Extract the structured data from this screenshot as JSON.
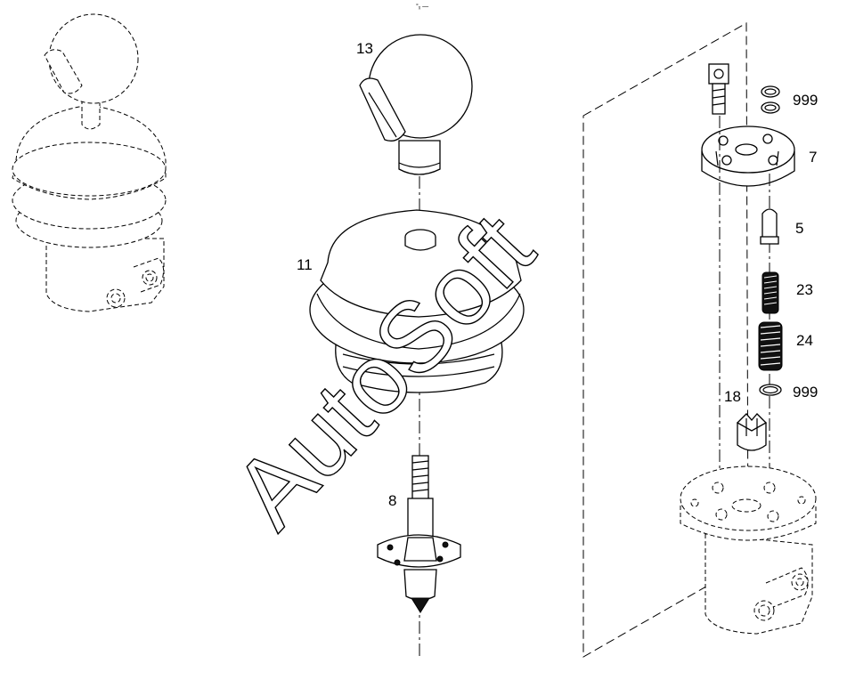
{
  "diagram": {
    "watermark": "AutoSoft",
    "top_mark": "°ᵪ —",
    "parts": [
      {
        "id": "p13",
        "label": "13"
      },
      {
        "id": "p11",
        "label": "11"
      },
      {
        "id": "p8",
        "label": "8"
      },
      {
        "id": "p999a",
        "label": "999"
      },
      {
        "id": "p7",
        "label": "7"
      },
      {
        "id": "p5",
        "label": "5"
      },
      {
        "id": "p23",
        "label": "23"
      },
      {
        "id": "p24",
        "label": "24"
      },
      {
        "id": "p18",
        "label": "18"
      },
      {
        "id": "p999b",
        "label": "999"
      }
    ]
  }
}
